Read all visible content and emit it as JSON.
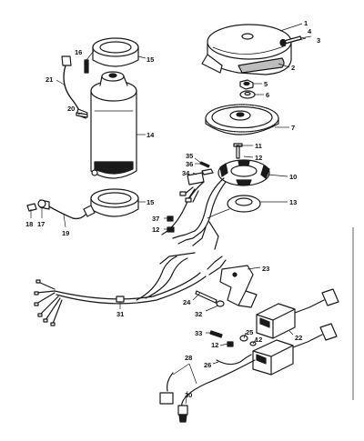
{
  "callouts": {
    "c1": "1",
    "c2": "2",
    "c3": "3",
    "c4": "4",
    "c5": "5",
    "c6": "6",
    "c7": "7",
    "c10": "10",
    "c11": "11",
    "c12a": "12",
    "c12b": "12",
    "c12c": "12",
    "c12d": "12",
    "c13": "13",
    "c14": "14",
    "c15a": "15",
    "c15b": "15",
    "c16": "16",
    "c17": "17",
    "c18": "18",
    "c19": "19",
    "c20": "20",
    "c21": "21",
    "c22": "22",
    "c23": "23",
    "c24": "24",
    "c25": "25",
    "c26": "26",
    "c28": "28",
    "c30": "30",
    "c31": "31",
    "c32": "32",
    "c33": "33",
    "c34": "34",
    "c35": "35",
    "c36": "36",
    "c37": "37"
  }
}
